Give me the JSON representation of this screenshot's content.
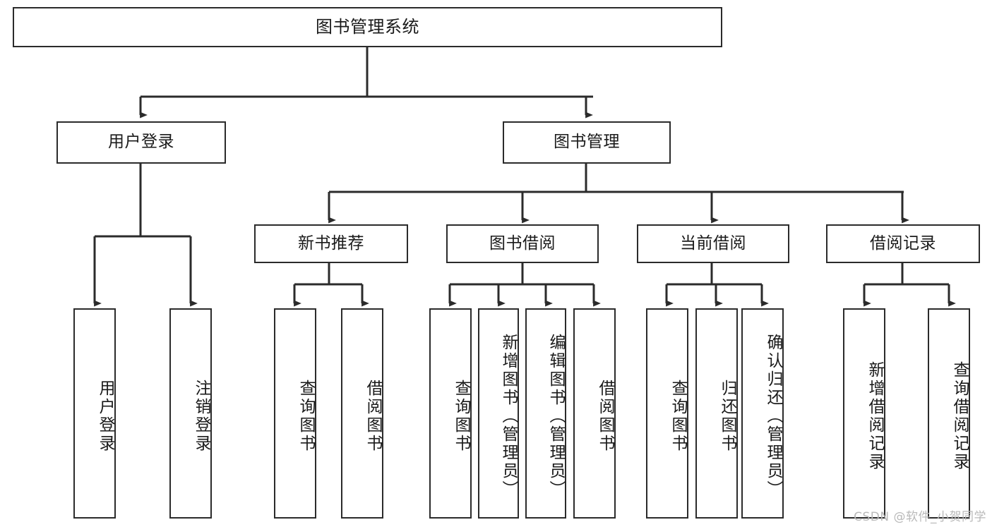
{
  "diagram": {
    "title": "图书管理系统",
    "type": "tree-hierarchy-diagram",
    "stroke_color": "#2b2b2b",
    "fill_color": "#ffffff",
    "background_color": "#ffffff"
  },
  "watermark": {
    "text": "CSDN @软件_小贺同学",
    "color": "#b9b9b9"
  },
  "nodes": {
    "root": {
      "label": "图书管理系统",
      "level": 1
    },
    "l2": [
      {
        "id": "user-login",
        "label": "用户登录",
        "level": 2
      },
      {
        "id": "book-manage",
        "label": "图书管理",
        "level": 2
      }
    ],
    "l3": [
      {
        "id": "new-book-rec",
        "label": "新书推荐",
        "level": 3,
        "parent": "book-manage"
      },
      {
        "id": "book-borrow",
        "label": "图书借阅",
        "level": 3,
        "parent": "book-manage"
      },
      {
        "id": "current-borrow",
        "label": "当前借阅",
        "level": 3,
        "parent": "book-manage"
      },
      {
        "id": "borrow-record",
        "label": "借阅记录",
        "level": 3,
        "parent": "book-manage"
      }
    ],
    "leaves": [
      {
        "id": "leaf-user-login",
        "label": "用户登录",
        "parent": "user-login"
      },
      {
        "id": "leaf-logout",
        "label": "注销登录",
        "parent": "user-login"
      },
      {
        "id": "leaf-query-book-1",
        "label": "查询图书",
        "parent": "new-book-rec"
      },
      {
        "id": "leaf-borrow-book-1",
        "label": "借阅图书",
        "parent": "new-book-rec"
      },
      {
        "id": "leaf-query-book-2",
        "label": "查询图书",
        "parent": "book-borrow"
      },
      {
        "id": "leaf-add-book",
        "label": "新增图书（管理员）",
        "parent": "book-borrow"
      },
      {
        "id": "leaf-edit-book",
        "label": "编辑图书（管理员）",
        "parent": "book-borrow"
      },
      {
        "id": "leaf-borrow-book-2",
        "label": "借阅图书",
        "parent": "book-borrow"
      },
      {
        "id": "leaf-query-book-3",
        "label": "查询图书",
        "parent": "current-borrow"
      },
      {
        "id": "leaf-return-book",
        "label": "归还图书",
        "parent": "current-borrow"
      },
      {
        "id": "leaf-confirm-return",
        "label": "确认归还（管理员）",
        "parent": "current-borrow"
      },
      {
        "id": "leaf-add-record",
        "label": "新增借阅记录",
        "parent": "borrow-record"
      },
      {
        "id": "leaf-query-record",
        "label": "查询借阅记录",
        "parent": "borrow-record"
      }
    ]
  }
}
